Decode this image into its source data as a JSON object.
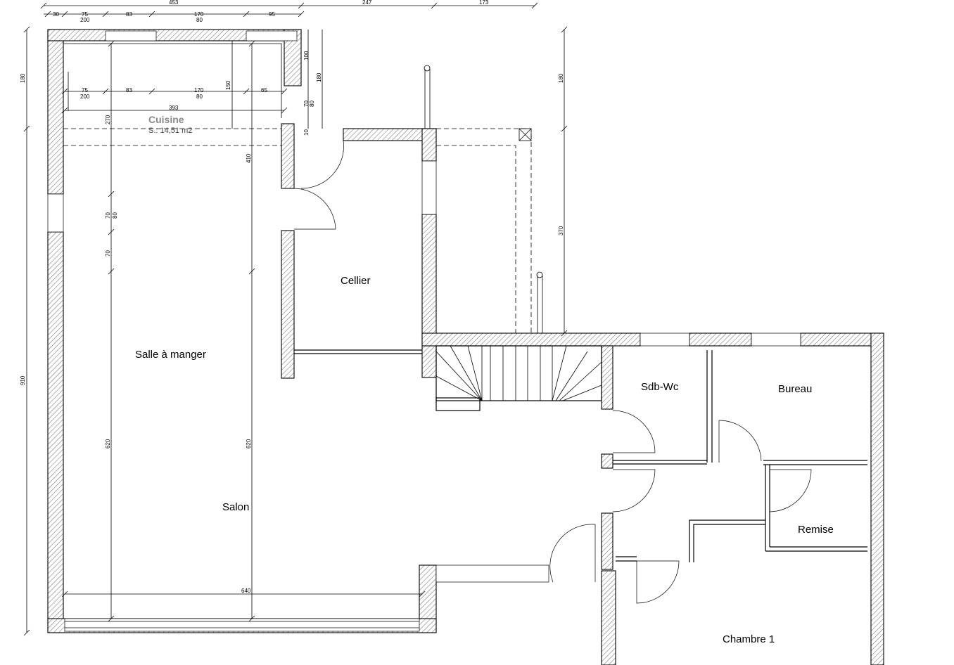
{
  "rooms": {
    "cuisine": "Cuisine",
    "cuisine_area": "S.: 14,51 m2",
    "cellier": "Cellier",
    "salle_a_manger": "Salle à manger",
    "salon": "Salon",
    "sdb_wc": "Sdb-Wc",
    "bureau": "Bureau",
    "remise": "Remise",
    "chambre_1": "Chambre 1"
  },
  "dimensions": {
    "top_total": "453",
    "top_247": "247",
    "top_173": "173",
    "top_30": "30",
    "top_75": "75",
    "top_200": "200",
    "top_83": "83",
    "top_170": "170",
    "top_80": "80",
    "top_95": "95",
    "k_75": "75",
    "k_200": "200",
    "k_83": "83",
    "k_170": "170",
    "k_80": "80",
    "k_65": "65",
    "k_393": "393",
    "left_180": "180",
    "left_910": "910",
    "v_270": "270",
    "v_70a": "70",
    "v_80a": "80",
    "v_70b": "70",
    "v_620a": "620",
    "v_410": "410",
    "v_620b": "620",
    "v_150": "150",
    "v_100": "100",
    "v_180b": "180",
    "v_70c": "70",
    "v_80c": "80",
    "v_10": "10",
    "right_180": "180",
    "right_370": "370",
    "bottom_640": "640"
  }
}
